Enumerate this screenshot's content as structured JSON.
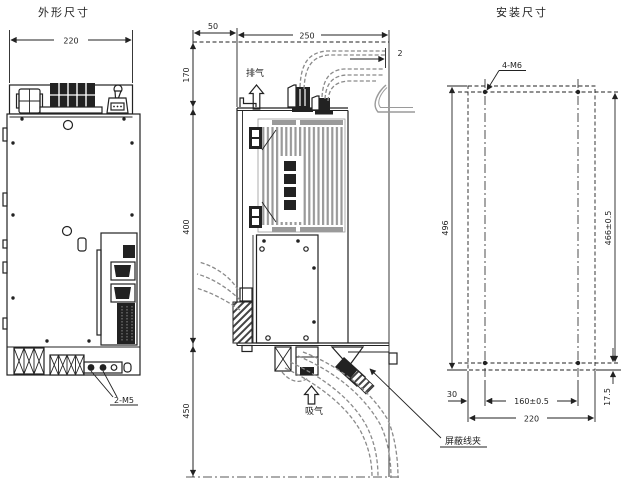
{
  "page": {
    "line_color": "#222222",
    "fin_color": "#9a9a9a",
    "cable_color": "#8a8a8a"
  },
  "titles": {
    "outline_title": "外形尺寸",
    "mounting_title": "安装尺寸"
  },
  "front_view": {
    "width_dim": "220",
    "screw_label": "2-M5"
  },
  "side_view": {
    "top_gap_dim": "50",
    "depth_dim": "250",
    "wall_gap_dim": "2",
    "top_clearance_dim": "170",
    "body_height_dim": "400",
    "bottom_clearance_dim": "450",
    "exhaust_label": "排气",
    "intake_label": "吸气",
    "shield_clamp_label": "屏蔽线夹"
  },
  "mounting_view": {
    "hole_spec_label": "4-M6",
    "overall_height_dim": "496",
    "vertical_pitch_dim": "466±0.5",
    "left_offset_dim": "30",
    "horizontal_pitch_dim": "160±0.5",
    "overall_width_dim": "220",
    "bottom_offset_dim": "17.5"
  }
}
